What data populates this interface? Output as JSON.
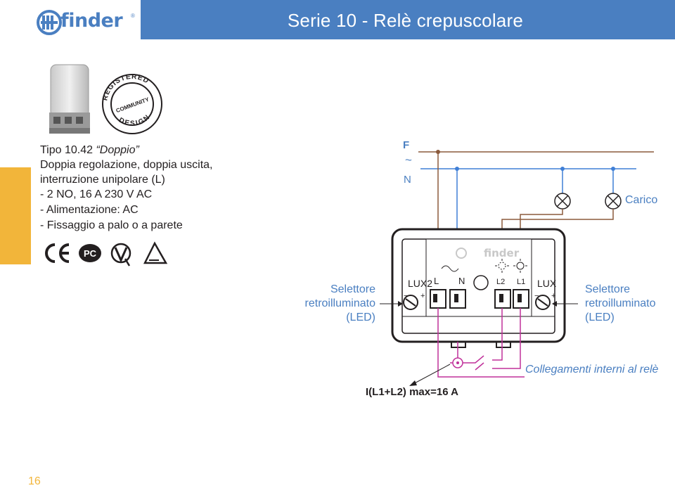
{
  "header": {
    "logo_text": "finder",
    "logo_mark": "®",
    "title": "Serie 10 - Relè crepuscolare"
  },
  "product": {
    "type_line_a": "Tipo 10.42 ",
    "type_line_b": "“Doppio”",
    "desc_1": "Doppia regolazione, doppia uscita,",
    "desc_2": "interruzione unipolare (L)",
    "bullets": [
      "- 2 NO, 16 A 230 V AC",
      "- Alimentazione: AC",
      "- Fissaggio a palo o a parete"
    ],
    "badge_text": "REGISTERED COMMUNITY DESIGN"
  },
  "diagram": {
    "supply_f": "F",
    "supply_tilde": "~",
    "supply_n": "N",
    "load_label": "Carico",
    "selector_left": [
      "Selettore",
      "retroilluminato",
      "(LED)"
    ],
    "selector_right": [
      "Selettore",
      "retroilluminato",
      "(LED)"
    ],
    "terminals": [
      "LUX2",
      "L",
      "N",
      "L2",
      "L1",
      "LUX"
    ],
    "internal_label": "Collegamenti interni al relè",
    "imax_label": "I(L1+L2) max=16 A",
    "device_logo": "finder"
  },
  "footer": {
    "page_number": "16"
  },
  "colors": {
    "brand_blue": "#4a7fc1",
    "accent_yellow": "#f2b53a",
    "wire_brown": "#8b5a3c",
    "wire_blue": "#3f7fd6",
    "wire_magenta": "#c0309a"
  }
}
